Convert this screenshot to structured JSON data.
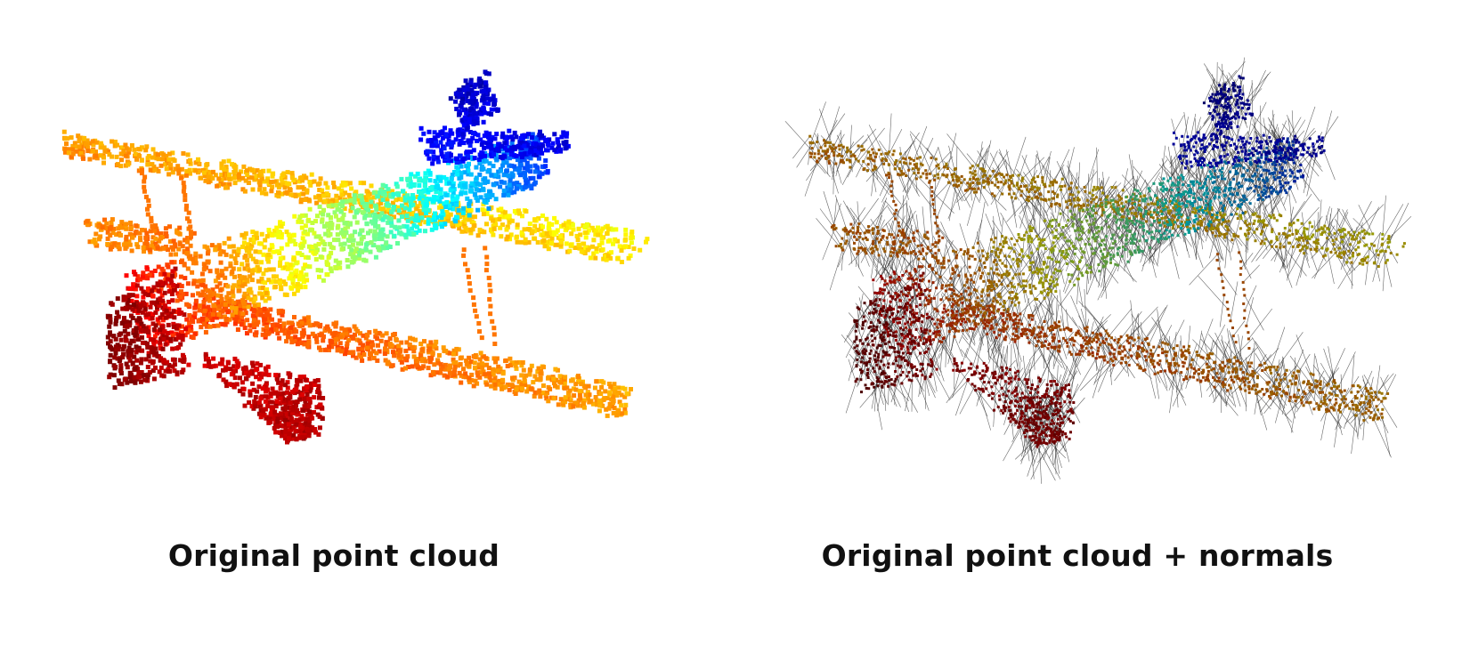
{
  "panels": [
    {
      "id": "left",
      "caption": "Original point cloud",
      "colormap": "jet",
      "shows_normals": false
    },
    {
      "id": "right",
      "caption": "Original point cloud + normals",
      "colormap": "jet (darkened)",
      "shows_normals": true,
      "normal_color": "#333333"
    }
  ],
  "colors": {
    "background": "#ffffff",
    "caption_text": "#111111"
  }
}
